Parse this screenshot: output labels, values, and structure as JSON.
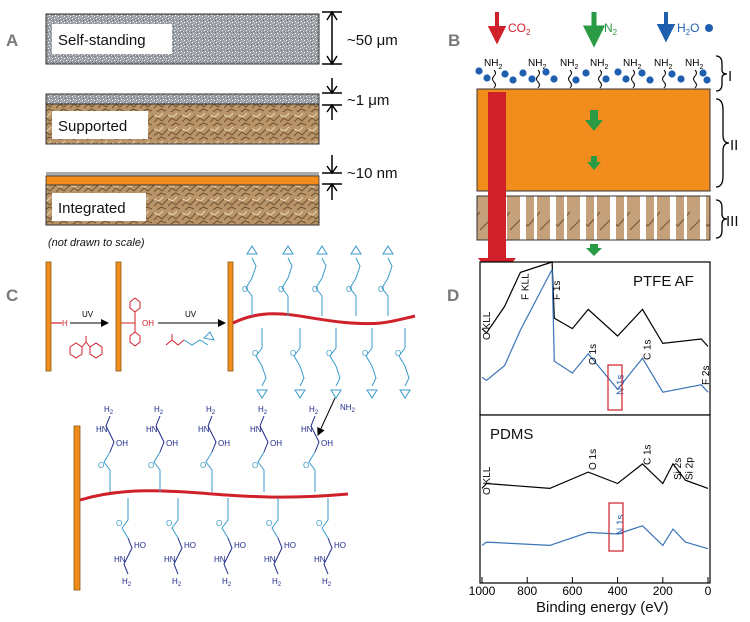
{
  "panels": {
    "a": {
      "letter": "A",
      "layers": [
        {
          "label": "Self-standing",
          "thickness": "~50 μm"
        },
        {
          "label": "Supported",
          "thickness": "~1 μm"
        },
        {
          "label": "Integrated",
          "thickness": "~10 nm"
        }
      ],
      "note": "(not drawn to scale)"
    },
    "b": {
      "letter": "B",
      "gases": [
        {
          "name": "CO",
          "sub": "2",
          "color": "#d0202a"
        },
        {
          "name": "N",
          "sub": "2",
          "color": "#2a9a45"
        },
        {
          "name": "H",
          "sub": "2",
          "tail": "O",
          "color": "#1f5fb0"
        }
      ],
      "group": "NH",
      "group_sub": "2",
      "regions": [
        "I",
        "II",
        "III"
      ]
    },
    "c": {
      "letter": "C",
      "step_label": "UV",
      "group_h": "H",
      "group_oh": "OH",
      "o": "O",
      "hn": "HN",
      "nh": "NH",
      "nh2": "NH",
      "h2n": "H",
      "oh": "OH",
      "ho": "HO",
      "two": "2",
      "h2": "H",
      "n": "N"
    },
    "d": {
      "letter": "D",
      "xlabel": "Binding energy (eV)",
      "ticks": [
        "1000",
        "800",
        "600",
        "400",
        "200",
        "0"
      ]
    }
  },
  "chart_data": [
    {
      "type": "line",
      "title": "PTFE AF",
      "x_unit": "Binding energy (eV)",
      "xlim": [
        1000,
        0
      ],
      "x_reversed": true,
      "series": [
        {
          "color": "#000000",
          "points": [
            [
              1000,
              0.55
            ],
            [
              980,
              0.52
            ],
            [
              900,
              0.7
            ],
            [
              830,
              0.93
            ],
            [
              690,
              1.0
            ],
            [
              680,
              0.62
            ],
            [
              600,
              0.55
            ],
            [
              530,
              0.68
            ],
            [
              400,
              0.5
            ],
            [
              290,
              0.68
            ],
            [
              200,
              0.45
            ],
            [
              30,
              0.48
            ],
            [
              0,
              0.43
            ]
          ]
        },
        {
          "color": "#3b74b8",
          "points": [
            [
              1000,
              0.22
            ],
            [
              980,
              0.2
            ],
            [
              900,
              0.3
            ],
            [
              830,
              0.54
            ],
            [
              690,
              0.95
            ],
            [
              680,
              0.33
            ],
            [
              600,
              0.25
            ],
            [
              530,
              0.38
            ],
            [
              400,
              0.14
            ],
            [
              290,
              0.35
            ],
            [
              200,
              0.12
            ],
            [
              30,
              0.17
            ],
            [
              0,
              0.12
            ]
          ]
        }
      ],
      "annotations": [
        "O KLL",
        "F KLL",
        "F 1s",
        "O 1s",
        "C 1s",
        "F 2s",
        "N 1s"
      ]
    },
    {
      "type": "line",
      "title": "PDMS",
      "x_unit": "Binding energy (eV)",
      "xlim": [
        1000,
        0
      ],
      "x_reversed": true,
      "series": [
        {
          "color": "#000000",
          "points": [
            [
              1000,
              0.55
            ],
            [
              980,
              0.58
            ],
            [
              700,
              0.55
            ],
            [
              530,
              0.65
            ],
            [
              400,
              0.58
            ],
            [
              290,
              0.7
            ],
            [
              200,
              0.58
            ],
            [
              155,
              0.7
            ],
            [
              100,
              0.6
            ],
            [
              0,
              0.55
            ]
          ]
        },
        {
          "color": "#3b74b8",
          "points": [
            [
              1000,
              0.2
            ],
            [
              980,
              0.22
            ],
            [
              700,
              0.2
            ],
            [
              530,
              0.28
            ],
            [
              400,
              0.27
            ],
            [
              290,
              0.32
            ],
            [
              200,
              0.2
            ],
            [
              155,
              0.3
            ],
            [
              100,
              0.22
            ],
            [
              0,
              0.18
            ]
          ]
        }
      ],
      "annotations": [
        "O KLL",
        "O 1s",
        "C 1s",
        "Si 2s",
        "Si 2p",
        "N 1s"
      ]
    }
  ]
}
